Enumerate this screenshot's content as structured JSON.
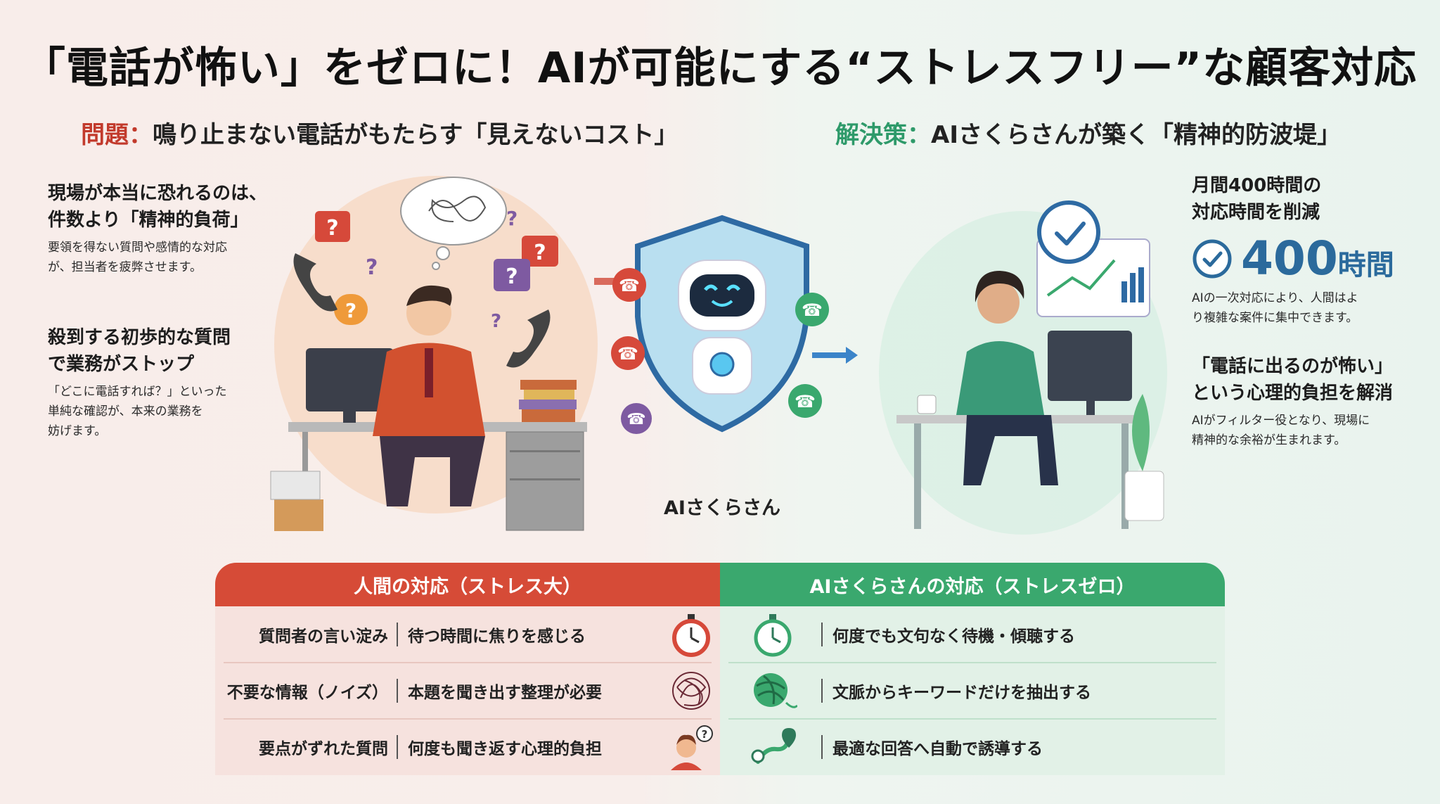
{
  "title": "「電話が怖い」をゼロに！AIが可能にする“ストレスフリー”な顧客対応",
  "left_header": {
    "tag": "問題：",
    "text": "鳴り止まない電話がもたらす「見えないコスト」"
  },
  "right_header": {
    "tag": "解決策：",
    "text": "AIさくらさんが築く「精神的防波堤」"
  },
  "left_points": [
    {
      "heading": "現場が本当に恐れるのは、件数より「精神的負荷」",
      "line1": "現場が本当に恐れるのは、",
      "line2": "件数より「精神的負荷」",
      "body1": "要領を得ない質問や感情的な対応",
      "body2": "が、担当者を疲弊させます。"
    },
    {
      "line1": "殺到する初歩的な質問",
      "line2": "で業務がストップ",
      "body1": "「どこに電話すれば？」といった",
      "body2": "単純な確認が、本来の業務を",
      "body3": "妨げます。"
    }
  ],
  "right_points": [
    {
      "line1": "月間400時間の",
      "line2": "対応時間を削減",
      "stat_value": "400",
      "stat_unit": "時間",
      "body1": "AIの一次対応により、人間はよ",
      "body2": "り複雑な案件に集中できます。"
    },
    {
      "line1": "「電話に出るのが怖い」",
      "line2": "という心理的負担を解消",
      "body1": "AIがフィルター役となり、現場に",
      "body2": "精神的な余裕が生まれます。"
    }
  ],
  "robot_label": "AIさくらさん",
  "table": {
    "left_header": "人間の対応（ストレス大）",
    "right_header": "AIさくらさんの対応（ストレスゼロ）",
    "left_rows": [
      {
        "label": "質問者の言い淀み",
        "text": "待つ時間に焦りを感じる",
        "icon": "stopwatch-icon"
      },
      {
        "label": "不要な情報（ノイズ）",
        "text": "本題を聞き出す整理が必要",
        "icon": "tangle-icon"
      },
      {
        "label": "要点がずれた質問",
        "text": "何度も聞き返す心理的負担",
        "icon": "confused-person-icon"
      }
    ],
    "right_rows": [
      {
        "text": "何度でも文句なく待機・傾聴する",
        "icon": "stopwatch-icon"
      },
      {
        "text": "文脈からキーワードだけを抽出する",
        "icon": "yarn-ball-icon"
      },
      {
        "text": "最適な回答へ自動で誘導する",
        "icon": "route-icon"
      }
    ]
  },
  "colors": {
    "red": "#d64b37",
    "green": "#3aa86e",
    "blue": "#2b6a9c"
  }
}
